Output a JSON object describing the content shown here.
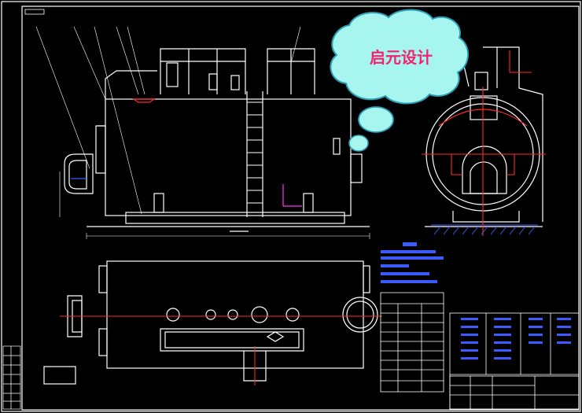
{
  "watermark": {
    "text": "启元设计",
    "text_color": "#f5206e",
    "cloud_fill": "#a6f5ee",
    "cloud_stroke": "#2a9fb5"
  },
  "colors": {
    "background": "#000000",
    "line": "#ffffff",
    "centerline": "#ff2a2a",
    "annotation": "#ff33ff",
    "highlight": "#3b5bff"
  },
  "drawing_views": [
    "front-elevation",
    "side-elevation",
    "top-plan",
    "parts-list",
    "title-block"
  ]
}
